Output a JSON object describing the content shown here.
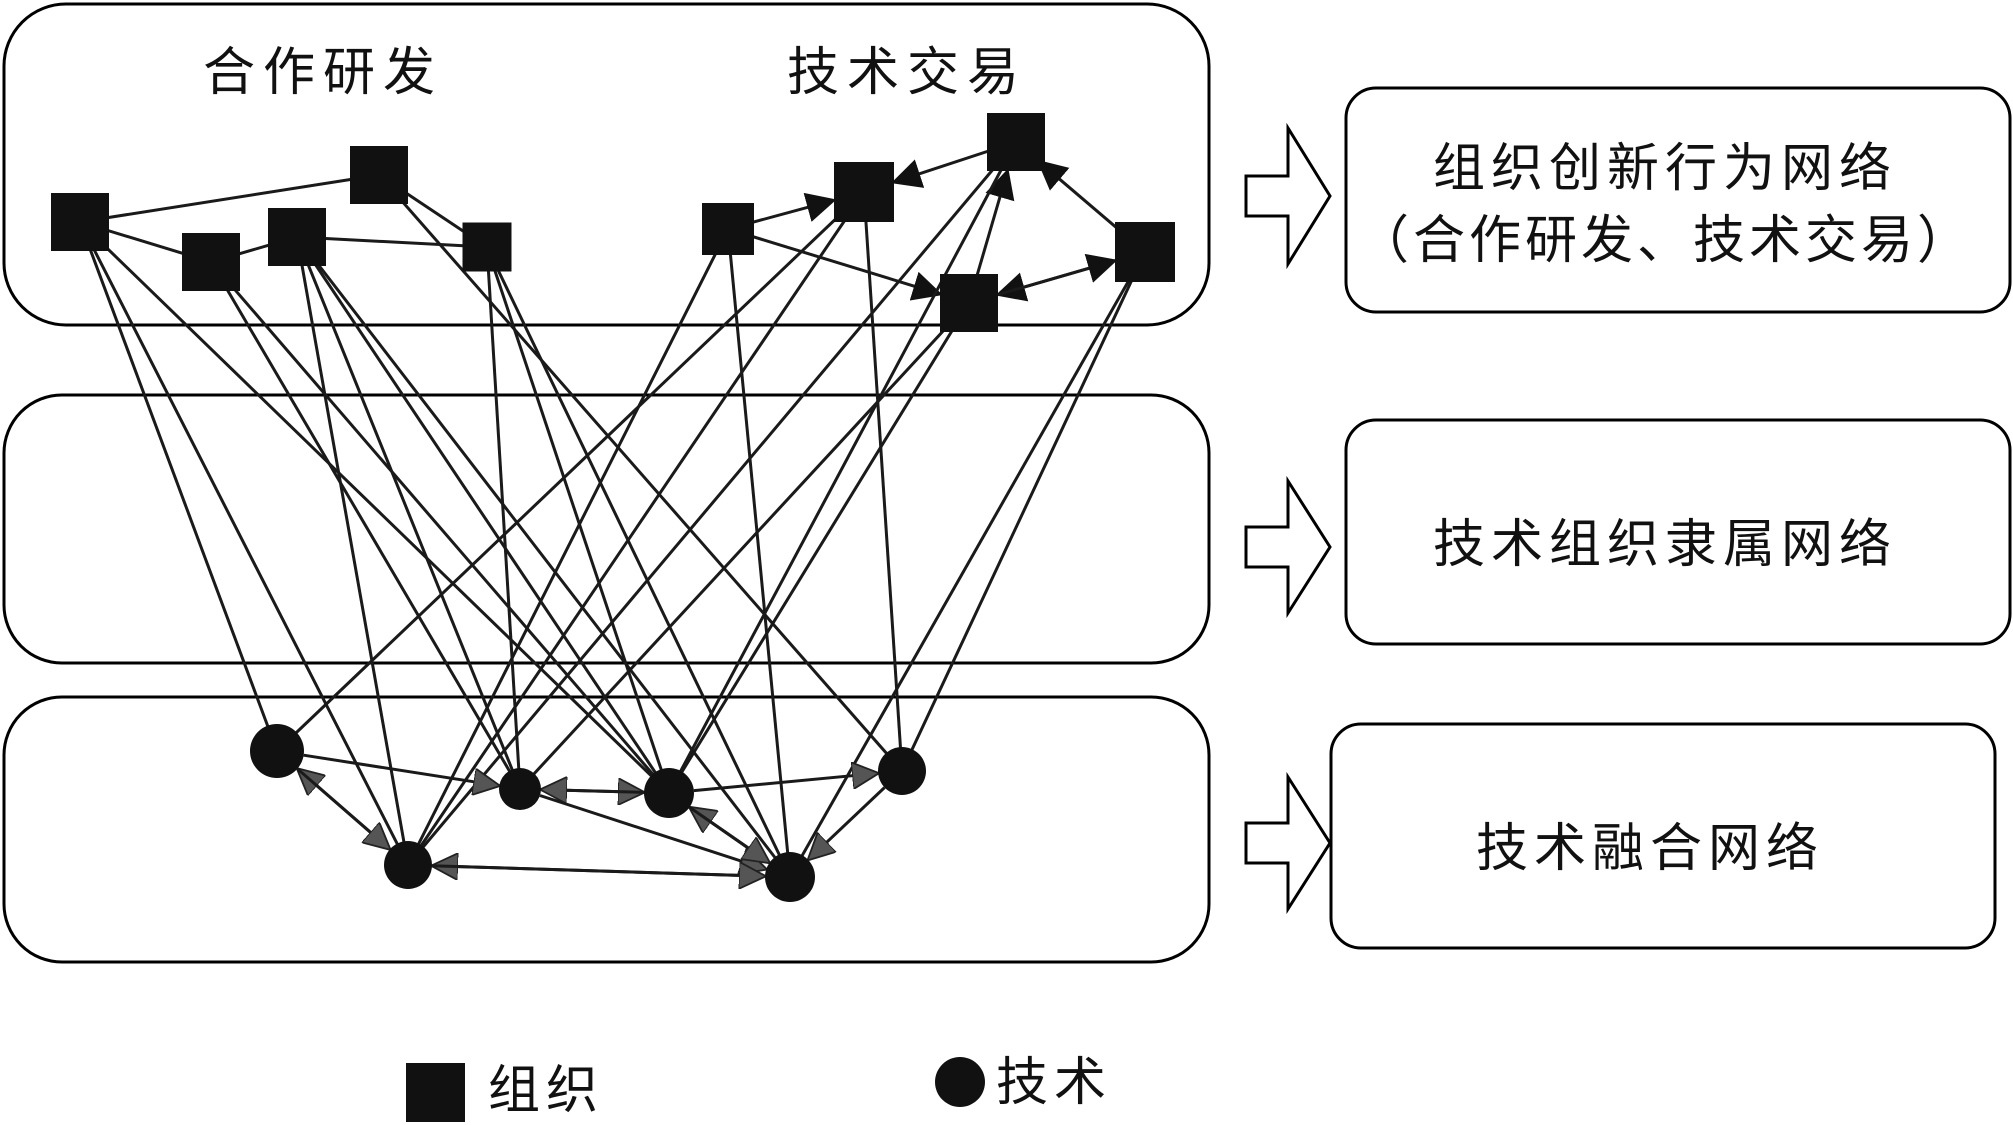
{
  "group_labels": {
    "cooperative_rd": "合作研发",
    "tech_trade": "技术交易"
  },
  "layers": [
    {
      "line1": "组织创新行为网络",
      "line2": "（合作研发、技术交易）"
    },
    {
      "line1": "技术组织隶属网络",
      "line2": ""
    },
    {
      "line1": "技术融合网络",
      "line2": ""
    }
  ],
  "legend": {
    "organization": "组织",
    "technology": "技术"
  }
}
